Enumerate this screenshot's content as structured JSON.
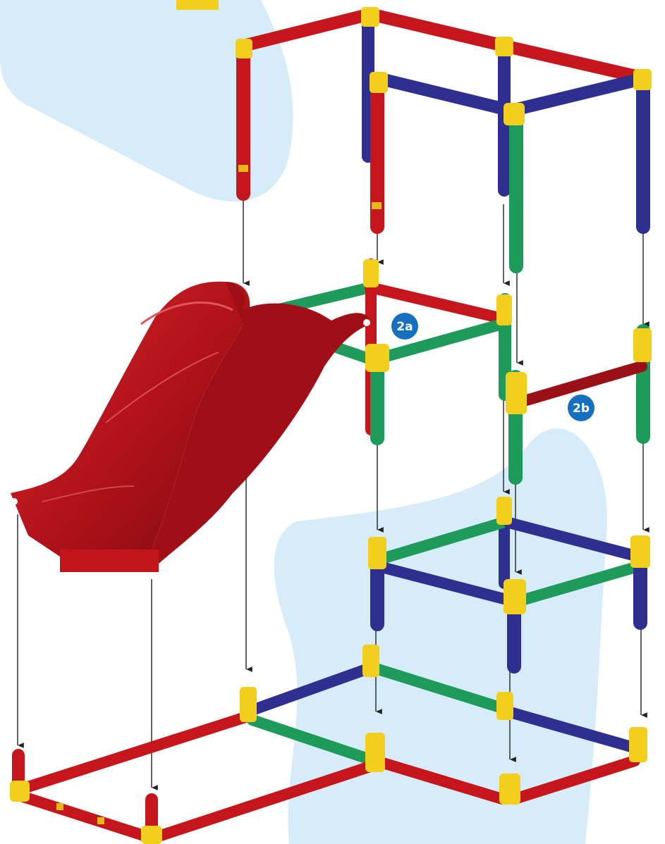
{
  "diagram": {
    "step_labels": [
      {
        "id": "2a",
        "text": "2a"
      },
      {
        "id": "2b",
        "text": "2b"
      }
    ],
    "colors": {
      "red": "#c4161c",
      "blue": "#2e2f8f",
      "green": "#1e9a5a",
      "yellow": "#f2cf1d",
      "badge": "#1670c0",
      "background_star": "#d6ecf9",
      "arrow": "#222222",
      "slide": "#b5121b"
    }
  }
}
